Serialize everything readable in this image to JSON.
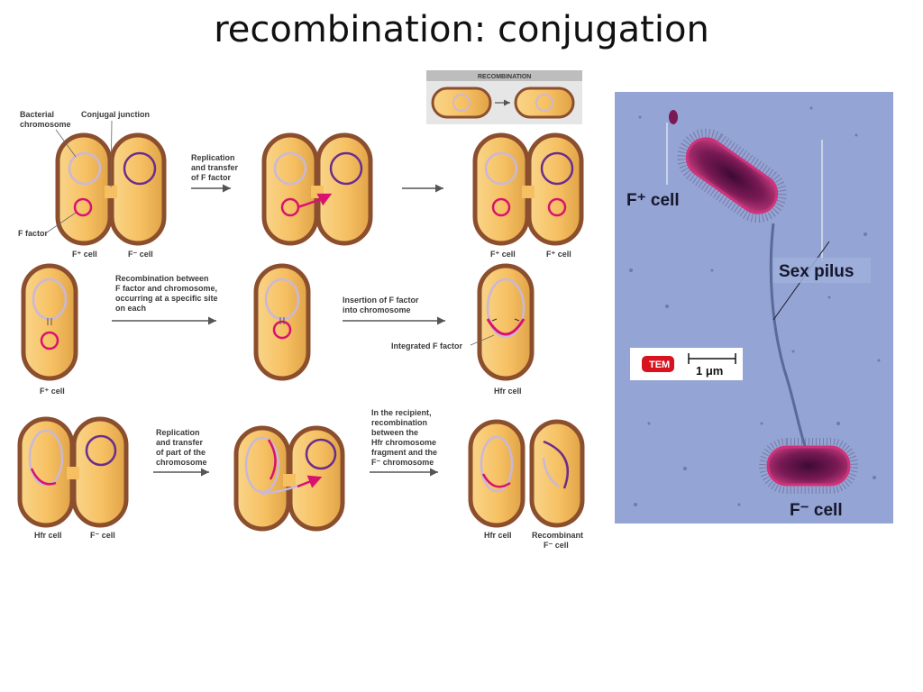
{
  "title": "recombination: conjugation",
  "inset": {
    "header": "RECOMBINATION"
  },
  "labels": {
    "bacterial_chromosome": [
      "Bacterial",
      "chromosome"
    ],
    "conjugal_junction": "Conjugal junction",
    "f_factor": "F factor",
    "f_plus_cell": "F⁺ cell",
    "f_minus_cell": "F⁻ cell",
    "hfr_cell": "Hfr cell",
    "integrated_f_factor": "Integrated F factor",
    "recombinant": [
      "Recombinant",
      "F⁻ cell"
    ]
  },
  "steps": {
    "row1": [
      "Replication",
      "and transfer",
      "of F factor"
    ],
    "row2a": [
      "Recombination between",
      "F factor and chromosome,",
      "occurring at a specific site",
      "on each"
    ],
    "row2b": [
      "Insertion of F factor",
      "into chromosome"
    ],
    "row3a": [
      "Replication",
      "and transfer",
      "of part of the",
      "chromosome"
    ],
    "row3b": [
      "In the recipient,",
      "recombination",
      "between the",
      "Hfr chromosome",
      "fragment and the",
      "F⁻ chromosome"
    ]
  },
  "micrograph": {
    "f_plus": "F⁺ cell",
    "sex_pilus": "Sex pilus",
    "f_minus": "F⁻ cell",
    "tem": "TEM",
    "scale": "1 μm"
  },
  "colors": {
    "cell_fill": "#f7c46a",
    "cell_border": "#8c4f2e",
    "chromosome_light": "#c9b8d8",
    "chromosome_dark": "#6b2d8c",
    "f_factor": "#d8126e",
    "photo_bg": "#94a4d4"
  }
}
